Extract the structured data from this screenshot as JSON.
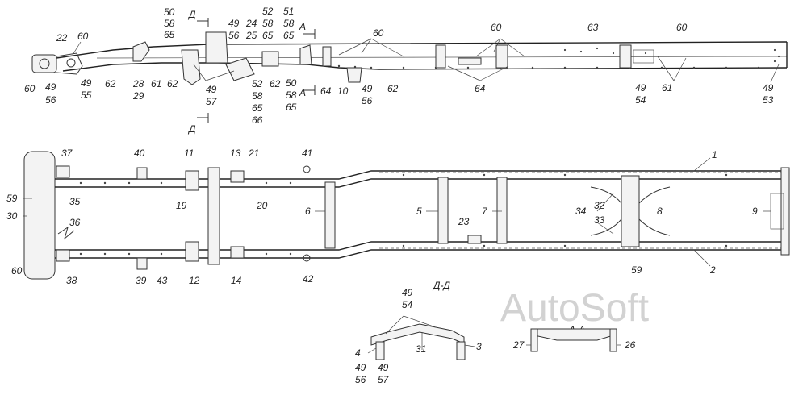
{
  "watermark": "AutoSoft",
  "section_titles": {
    "d_d": "Д-Д",
    "a_a": "А-А"
  },
  "side_view_labels": [
    {
      "id": "s1",
      "text": "22"
    },
    {
      "id": "s2",
      "text": "60"
    },
    {
      "id": "s3",
      "text": "60"
    },
    {
      "id": "s4",
      "text": "49"
    },
    {
      "id": "s5",
      "text": "56"
    },
    {
      "id": "s6",
      "text": "49"
    },
    {
      "id": "s7",
      "text": "55"
    },
    {
      "id": "s8",
      "text": "62"
    },
    {
      "id": "s9",
      "text": "28"
    },
    {
      "id": "s10",
      "text": "29"
    },
    {
      "id": "s11",
      "text": "61"
    },
    {
      "id": "s12",
      "text": "62"
    },
    {
      "id": "s13",
      "text": "50"
    },
    {
      "id": "s14",
      "text": "58"
    },
    {
      "id": "s15",
      "text": "65"
    },
    {
      "id": "s16",
      "text": "Д"
    },
    {
      "id": "s17",
      "text": "49"
    },
    {
      "id": "s18",
      "text": "56"
    },
    {
      "id": "s19",
      "text": "24"
    },
    {
      "id": "s20",
      "text": "25"
    },
    {
      "id": "s21",
      "text": "52"
    },
    {
      "id": "s22",
      "text": "58"
    },
    {
      "id": "s23",
      "text": "65"
    },
    {
      "id": "s24",
      "text": "51"
    },
    {
      "id": "s25",
      "text": "58"
    },
    {
      "id": "s26",
      "text": "65"
    },
    {
      "id": "s27",
      "text": "А"
    },
    {
      "id": "s28",
      "text": "49"
    },
    {
      "id": "s29",
      "text": "57"
    },
    {
      "id": "s30",
      "text": "Д"
    },
    {
      "id": "s31",
      "text": "52"
    },
    {
      "id": "s32",
      "text": "58"
    },
    {
      "id": "s33",
      "text": "65"
    },
    {
      "id": "s34",
      "text": "66"
    },
    {
      "id": "s35",
      "text": "62"
    },
    {
      "id": "s36",
      "text": "50"
    },
    {
      "id": "s37",
      "text": "58"
    },
    {
      "id": "s38",
      "text": "65"
    },
    {
      "id": "s39",
      "text": "А"
    },
    {
      "id": "s40",
      "text": "64"
    },
    {
      "id": "s41",
      "text": "10"
    },
    {
      "id": "s42",
      "text": "49"
    },
    {
      "id": "s43",
      "text": "56"
    },
    {
      "id": "s44",
      "text": "62"
    },
    {
      "id": "s45",
      "text": "60"
    },
    {
      "id": "s46",
      "text": "60"
    },
    {
      "id": "s47",
      "text": "64"
    },
    {
      "id": "s48",
      "text": "63"
    },
    {
      "id": "s49",
      "text": "60"
    },
    {
      "id": "s50",
      "text": "49"
    },
    {
      "id": "s51",
      "text": "54"
    },
    {
      "id": "s52",
      "text": "61"
    },
    {
      "id": "s53",
      "text": "49"
    },
    {
      "id": "s54",
      "text": "53"
    }
  ],
  "plan_view_labels": [
    {
      "id": "p1",
      "text": "37"
    },
    {
      "id": "p2",
      "text": "40"
    },
    {
      "id": "p3",
      "text": "11"
    },
    {
      "id": "p4",
      "text": "13"
    },
    {
      "id": "p5",
      "text": "21"
    },
    {
      "id": "p6",
      "text": "41"
    },
    {
      "id": "p7",
      "text": "1"
    },
    {
      "id": "p8",
      "text": "59"
    },
    {
      "id": "p9",
      "text": "35"
    },
    {
      "id": "p10",
      "text": "30"
    },
    {
      "id": "p11",
      "text": "19"
    },
    {
      "id": "p12",
      "text": "20"
    },
    {
      "id": "p13",
      "text": "6"
    },
    {
      "id": "p14",
      "text": "5"
    },
    {
      "id": "p15",
      "text": "7"
    },
    {
      "id": "p16",
      "text": "32"
    },
    {
      "id": "p17",
      "text": "8"
    },
    {
      "id": "p18",
      "text": "9"
    },
    {
      "id": "p19",
      "text": "34"
    },
    {
      "id": "p20",
      "text": "33"
    },
    {
      "id": "p21",
      "text": "36"
    },
    {
      "id": "p22",
      "text": "23"
    },
    {
      "id": "p23",
      "text": "60"
    },
    {
      "id": "p24",
      "text": "38"
    },
    {
      "id": "p25",
      "text": "39"
    },
    {
      "id": "p26",
      "text": "43"
    },
    {
      "id": "p27",
      "text": "12"
    },
    {
      "id": "p28",
      "text": "14"
    },
    {
      "id": "p29",
      "text": "42"
    },
    {
      "id": "p30",
      "text": "59"
    },
    {
      "id": "p31",
      "text": "2"
    }
  ],
  "section_dd_labels": [
    {
      "id": "d1",
      "text": "49"
    },
    {
      "id": "d2",
      "text": "54"
    },
    {
      "id": "d3",
      "text": "31"
    },
    {
      "id": "d4",
      "text": "4"
    },
    {
      "id": "d5",
      "text": "3"
    },
    {
      "id": "d6",
      "text": "49"
    },
    {
      "id": "d7",
      "text": "56"
    },
    {
      "id": "d8",
      "text": "49"
    },
    {
      "id": "d9",
      "text": "57"
    }
  ],
  "section_aa_labels": [
    {
      "id": "a1",
      "text": "27"
    },
    {
      "id": "a2",
      "text": "26"
    }
  ]
}
